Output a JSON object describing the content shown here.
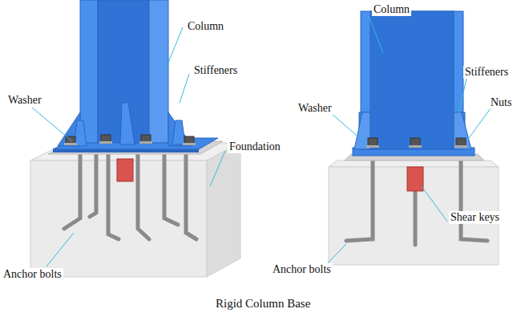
{
  "diagram": {
    "caption": "Rigid Column Base",
    "labels": [
      "Column",
      "Stiffeners",
      "Washer",
      "Foundation",
      "Anchor bolts",
      "Column",
      "Stiffeners",
      "Nuts",
      "Washer",
      "Shear keys",
      "Anchor bolts"
    ]
  }
}
